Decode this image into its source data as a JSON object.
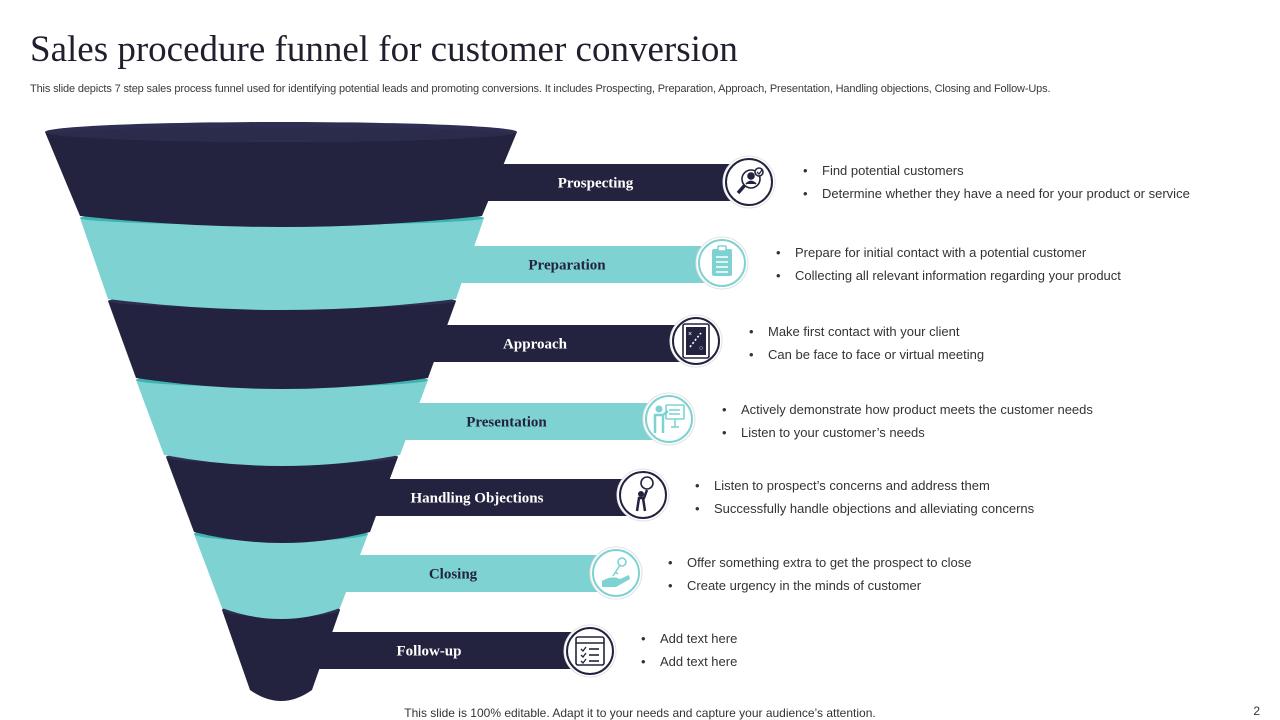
{
  "title": "Sales procedure funnel for customer conversion",
  "subtitle": "This slide depicts 7 step sales process funnel used for identifying potential leads and promoting conversions. It includes Prospecting, Preparation, Approach, Presentation, Handling objections, Closing and Follow-Ups.",
  "colors": {
    "dark": "#23233f",
    "teal": "#7ed3d2",
    "text": "#333333"
  },
  "steps": [
    {
      "label": "Prospecting",
      "icon": "magnifier-person-icon",
      "theme": "dark",
      "bullets": [
        "Find potential customers",
        "Determine  whether  they have  a need for your product or service"
      ]
    },
    {
      "label": "Preparation",
      "icon": "clipboard-icon",
      "theme": "teal",
      "bullets": [
        "Prepare  for initial contact with a potential customer",
        "Collecting all relevant  information regarding  your product"
      ]
    },
    {
      "label": "Approach",
      "icon": "strategy-board-icon",
      "theme": "dark",
      "bullets": [
        "Make first contact with your client",
        "Can be face to face or virtual  meeting"
      ]
    },
    {
      "label": "Presentation",
      "icon": "presenter-icon",
      "theme": "teal",
      "bullets": [
        "Actively demonstrate  how product meets the customer needs",
        "Listen to your customer’s needs"
      ]
    },
    {
      "label": "Handling  Objections",
      "icon": "person-idea-icon",
      "theme": "dark",
      "bullets": [
        "Listen to  prospect’s concerns and address them",
        "Successfully handle objections and alleviating  concerns"
      ]
    },
    {
      "label": "Closing",
      "icon": "hand-key-icon",
      "theme": "teal",
      "bullets": [
        "Offer  something extra to get the prospect to close",
        "Create urgency in the minds of customer"
      ]
    },
    {
      "label": "Follow-up",
      "icon": "checklist-window-icon",
      "theme": "dark",
      "bullets": [
        "Add text here",
        "Add text here"
      ]
    }
  ],
  "footer": "This slide is 100% editable. Adapt it to your needs and capture your audience’s attention.",
  "page_number": "2"
}
